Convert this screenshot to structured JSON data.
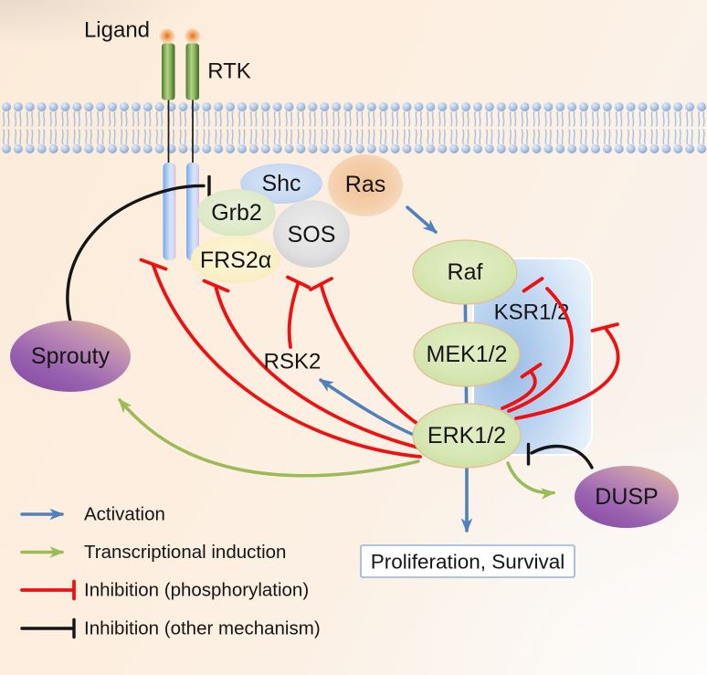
{
  "figure": {
    "type": "signaling-pathway-diagram",
    "subject": "RTK / ERK1-2 MAPK pathway with negative feedback loops"
  },
  "nodes": {
    "ligand": "Ligand",
    "rtk": "RTK",
    "shc": "Shc",
    "grb2": "Grb2",
    "frs2a": "FRS2α",
    "sos": "SOS",
    "ras": "Ras",
    "raf": "Raf",
    "ksr": "KSR1/2",
    "mek": "MEK1/2",
    "erk": "ERK1/2",
    "rsk2": "RSK2",
    "sprouty": "Sprouty",
    "dusp": "DUSP"
  },
  "outcome_box": {
    "label": "Proliferation, Survival"
  },
  "legend": {
    "items": [
      {
        "label": "Activation",
        "type": "arrow",
        "color": "#4f81bd"
      },
      {
        "label": "Transcriptional induction",
        "type": "arrow",
        "color": "#9bbb59"
      },
      {
        "label": "Inhibition (phosphorylation)",
        "type": "tbar",
        "color": "#ee1111"
      },
      {
        "label": "Inhibition (other mechanism)",
        "type": "tbar",
        "color": "#151515"
      }
    ]
  },
  "edges": [
    {
      "from": "Ras",
      "to": "Raf",
      "type": "activation"
    },
    {
      "from": "Raf",
      "to": "MEK1/2",
      "type": "activation"
    },
    {
      "from": "MEK1/2",
      "to": "ERK1/2",
      "type": "activation"
    },
    {
      "from": "ERK1/2",
      "to": "Proliferation, Survival",
      "type": "activation"
    },
    {
      "from": "ERK1/2",
      "to": "RSK2",
      "type": "activation"
    },
    {
      "from": "ERK1/2",
      "to": "Sprouty",
      "type": "transcriptional induction"
    },
    {
      "from": "ERK1/2",
      "to": "DUSP",
      "type": "transcriptional induction"
    },
    {
      "from": "ERK1/2",
      "to": "RTK",
      "type": "inhibition (phosphorylation)"
    },
    {
      "from": "ERK1/2",
      "to": "FRS2α",
      "type": "inhibition (phosphorylation)"
    },
    {
      "from": "ERK1/2",
      "to": "SOS",
      "type": "inhibition (phosphorylation)"
    },
    {
      "from": "RSK2",
      "to": "SOS",
      "type": "inhibition (phosphorylation)"
    },
    {
      "from": "ERK1/2",
      "to": "Raf",
      "type": "inhibition (phosphorylation)"
    },
    {
      "from": "ERK1/2",
      "to": "MEK1/2",
      "type": "inhibition (phosphorylation)"
    },
    {
      "from": "ERK1/2",
      "to": "KSR1/2",
      "type": "inhibition (phosphorylation)"
    },
    {
      "from": "DUSP",
      "to": "ERK1/2",
      "type": "inhibition (other mechanism)"
    },
    {
      "from": "Sprouty",
      "to": "RTK",
      "type": "inhibition (other mechanism)"
    }
  ],
  "colors": {
    "activation": "#4f81bd",
    "transcription": "#9bbb59",
    "inhibition_phospho": "#ee1111",
    "inhibition_other": "#151515",
    "text": "#151515",
    "box_border_blue": "#95b3d7",
    "membrane_head": "#a9c3e4",
    "node_green": "#d5e5ad",
    "node_blue": "#c3d7f0",
    "node_gray": "#dcdcdc",
    "node_yellow": "#faf0c8",
    "node_orange": "#f3c99f",
    "node_purple_dark": "#8a4fa6",
    "node_purple_light": "#dfb49e",
    "ksr_box_blue": "#9abce6",
    "receptor_green": "#6f9c47",
    "receptor_stalk_blue": "#8ab6ee",
    "ligand_orange": "#ec9247"
  }
}
